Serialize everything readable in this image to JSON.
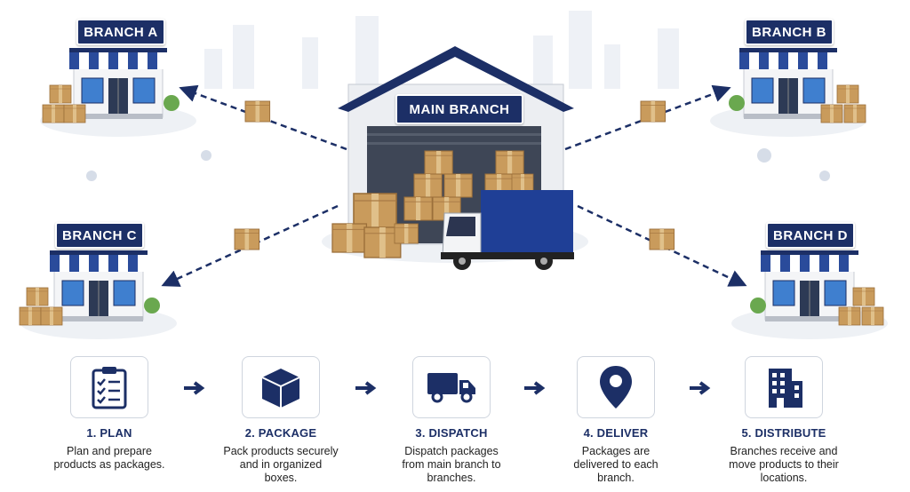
{
  "hub": {
    "label": "MAIN BRANCH"
  },
  "branches": [
    {
      "id": "a",
      "label": "BRANCH A"
    },
    {
      "id": "b",
      "label": "BRANCH B"
    },
    {
      "id": "c",
      "label": "BRANCH C"
    },
    {
      "id": "d",
      "label": "BRANCH D"
    }
  ],
  "colors": {
    "navy": "#1c2f66",
    "box": "#c79a5b",
    "window": "#3f7fcf",
    "bush": "#6aa84f"
  },
  "steps": [
    {
      "title": "1. PLAN",
      "desc": "Plan and prepare products as packages.",
      "icon": "clipboard-checklist-icon"
    },
    {
      "title": "2. PACKAGE",
      "desc": "Pack products securely and in organized boxes.",
      "icon": "box-icon"
    },
    {
      "title": "3. DISPATCH",
      "desc": "Dispatch packages from main branch to branches.",
      "icon": "truck-icon"
    },
    {
      "title": "4. DELIVER",
      "desc": "Packages are delivered to each branch.",
      "icon": "location-pin-icon"
    },
    {
      "title": "5. DISTRIBUTE",
      "desc": "Branches receive and move products to their locations.",
      "icon": "building-icon"
    }
  ]
}
